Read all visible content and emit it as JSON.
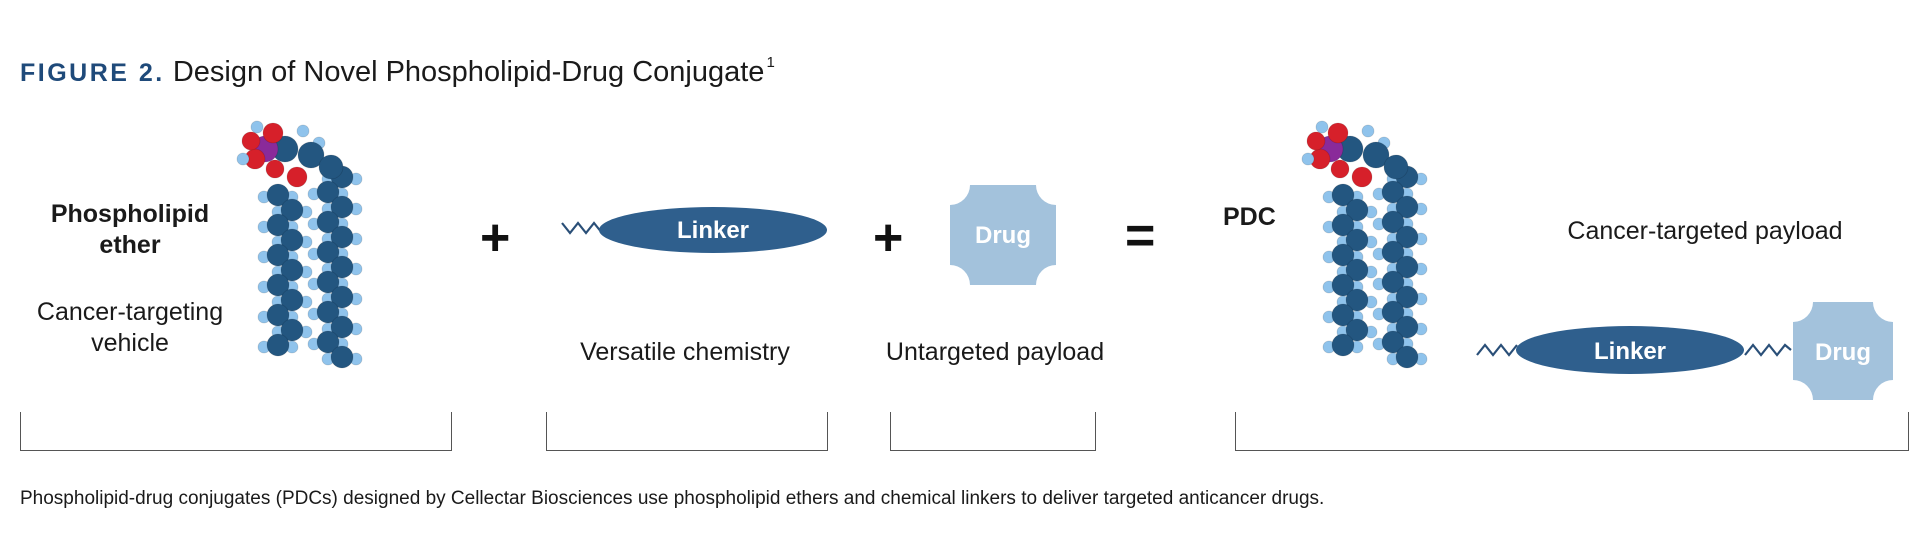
{
  "figure": {
    "label": "FIGURE 2.",
    "title": "Design of Novel Phospholipid-Drug Conjugate",
    "superscript": "1"
  },
  "phospholipid": {
    "name_line1": "Phospholipid",
    "name_line2": "ether",
    "desc_line1": "Cancer-targeting",
    "desc_line2": "vehicle"
  },
  "operators": {
    "plus": "+",
    "equals": "="
  },
  "linker": {
    "label": "Linker",
    "desc": "Versatile chemistry"
  },
  "drug": {
    "label": "Drug",
    "desc": "Untargeted payload"
  },
  "pdc": {
    "label": "PDC",
    "desc": "Cancer-targeted payload",
    "linker_label": "Linker",
    "drug_label": "Drug"
  },
  "caption": "Phospholipid-drug conjugates (PDCs) designed by Cellectar Biosciences use phospholipid ethers and chemical linkers to deliver targeted anticancer drugs.",
  "colors": {
    "title_blue": "#1f4a7a",
    "linker_fill": "#2f5f8d",
    "drug_fill": "#a3c2dc",
    "atom_dark": "#235680",
    "atom_light": "#8fc3ec",
    "atom_red": "#d6202a",
    "atom_purple": "#8a2a9a"
  }
}
